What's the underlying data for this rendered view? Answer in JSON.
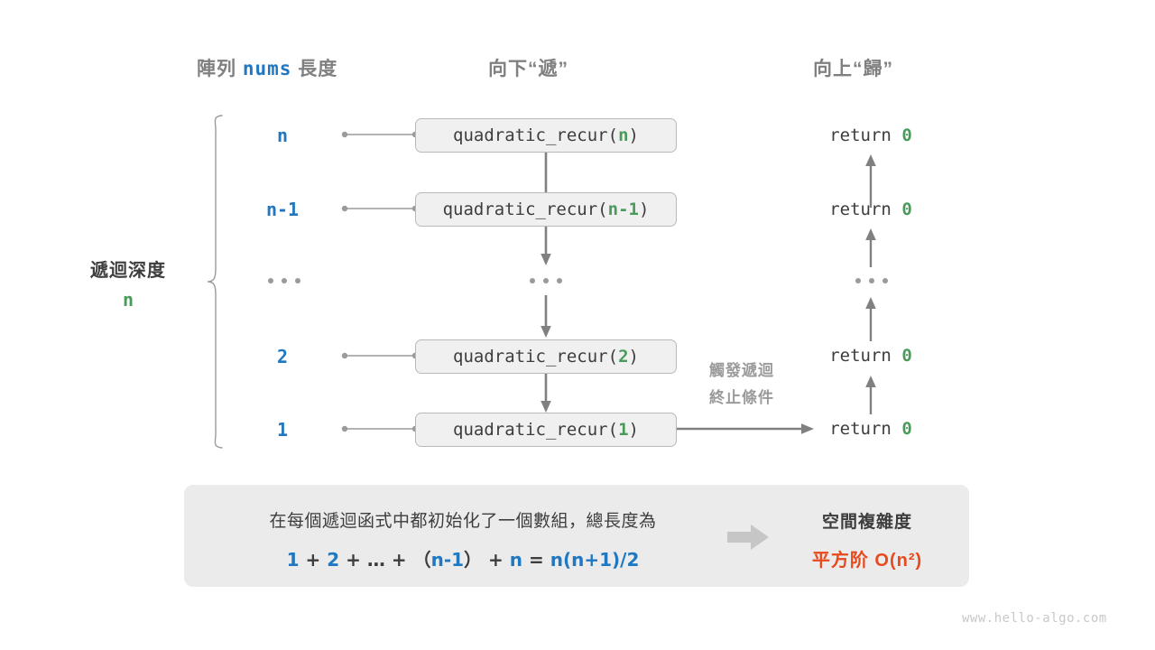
{
  "headers": {
    "array_len_prefix": "陣列",
    "array_len_name": "nums",
    "array_len_suffix": "長度",
    "downward": "向下“遞”",
    "upward": "向上“歸”"
  },
  "depth_bracket": {
    "label": "遞迴深度",
    "value": "n"
  },
  "rows": [
    {
      "length": "n",
      "call_prefix": "quadratic_recur(",
      "call_arg": "n",
      "call_suffix": ")",
      "return_text": "return",
      "return_value": "0"
    },
    {
      "length": "n-1",
      "call_prefix": "quadratic_recur(",
      "call_arg": "n-1",
      "call_suffix": ")",
      "return_text": "return",
      "return_value": "0"
    },
    {
      "length": "...",
      "call_prefix": "",
      "call_arg": "",
      "call_suffix": "",
      "return_text": "",
      "return_value": ""
    },
    {
      "length": "2",
      "call_prefix": "quadratic_recur(",
      "call_arg": "2",
      "call_suffix": ")",
      "return_text": "return",
      "return_value": "0"
    },
    {
      "length": "1",
      "call_prefix": "quadratic_recur(",
      "call_arg": "1",
      "call_suffix": ")",
      "return_text": "return",
      "return_value": "0"
    }
  ],
  "terminate_note": {
    "line1": "觸發遞迴",
    "line2": "終止條件"
  },
  "summary": {
    "text": "在每個遞迴函式中都初始化了一個數組，總長度為",
    "formula": {
      "t1": "1",
      "op1": "+",
      "t2": "2",
      "op2": "+",
      "t3": "…",
      "op3": "+",
      "lparen": "（",
      "t4": "n-1",
      "rparen": "）",
      "op4": "+",
      "t5": "n",
      "eq": "=",
      "t6": "n(n+1)/2"
    },
    "complexity_title": "空間複雜度",
    "complexity_value": "平方阶  O(n²)"
  },
  "footer": "www.hello-algo.com",
  "colors": {
    "blue": "#1f78c1",
    "green": "#4a9a5a",
    "orange": "#e8491d",
    "gray_text": "#3d3d3d",
    "gray_muted": "#808080",
    "box_fill": "#f0f0f0",
    "box_border": "#b9b9b9",
    "panel_fill": "#ebebeb",
    "arrow": "#808080"
  }
}
